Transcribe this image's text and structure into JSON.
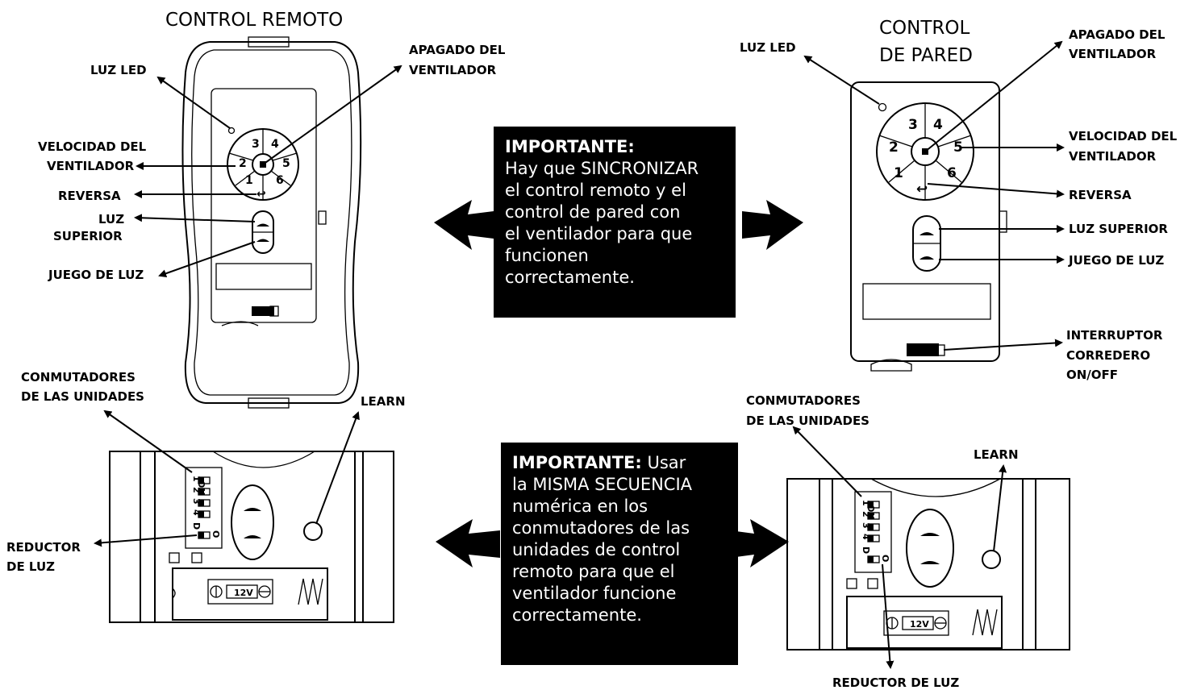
{
  "remote": {
    "title": "CONTROL REMOTO",
    "labels": {
      "led": "LUZ LED",
      "off_l1": "APAGADO DEL",
      "off_l2": "VENTILADOR",
      "speed_l1": "VELOCIDAD DEL",
      "speed_l2": "VENTILADOR",
      "reverse": "REVERSA",
      "light_l1": "LUZ",
      "light_l2": "SUPERIOR",
      "light_game": "JUEGO DE LUZ"
    },
    "buttons": [
      "1",
      "2",
      "3",
      "4",
      "5",
      "6"
    ]
  },
  "wall": {
    "title_l1": "CONTROL",
    "title_l2": "DE PARED",
    "labels": {
      "led": "LUZ LED",
      "off_l1": "APAGADO DEL",
      "off_l2": "VENTILADOR",
      "speed_l1": "VELOCIDAD DEL",
      "speed_l2": "VENTILADOR",
      "reverse": "REVERSA",
      "light": "LUZ SUPERIOR",
      "light_game": "JUEGO DE LUZ",
      "switch_l1": "INTERRUPTOR",
      "switch_l2": "CORREDERO",
      "switch_l3": "ON/OFF"
    },
    "buttons": [
      "1",
      "2",
      "3",
      "4",
      "5",
      "6"
    ]
  },
  "remote_back": {
    "dip_l1": "CONMUTADORES",
    "dip_l2": "DE LAS UNIDADES",
    "learn": "LEARN",
    "dimmer_l1": "REDUCTOR",
    "dimmer_l2": "DE LUZ",
    "on_label": "ON",
    "dim_label": "O",
    "dip_numbers": [
      "1",
      "2",
      "3",
      "4",
      "D"
    ],
    "battery": "12V"
  },
  "wall_back": {
    "dip_l1": "CONMUTADORES",
    "dip_l2": "DE LAS UNIDADES",
    "learn": "LEARN",
    "dimmer": "REDUCTOR DE LUZ",
    "on_label": "ON",
    "dim_label": "O",
    "dip_numbers": [
      "1",
      "2",
      "3",
      "4",
      "D"
    ],
    "battery": "12V"
  },
  "important1": {
    "heading": "IMPORTANTE:",
    "lines": [
      "Hay que SINCRONIZAR",
      "el control remoto y el",
      "control de pared con",
      "el ventilador para que",
      "funcionen",
      "correctamente."
    ]
  },
  "important2": {
    "heading": "IMPORTANTE:",
    "first_rest": " Usar",
    "lines": [
      "la MISMA SECUENCIA",
      "numérica en los",
      "conmutadores de las",
      "unidades de control",
      "remoto para que el",
      "ventilador funcione",
      "correctamente."
    ]
  }
}
